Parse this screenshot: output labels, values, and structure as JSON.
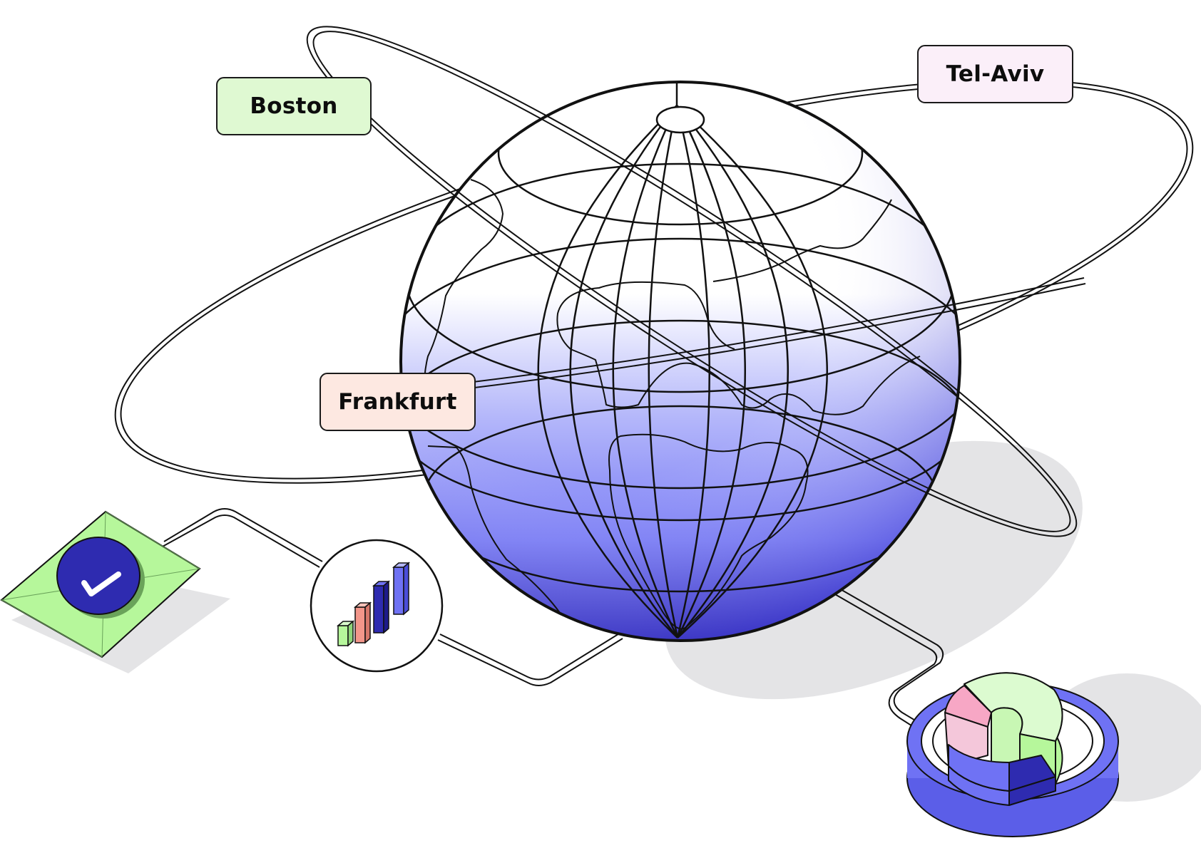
{
  "locations": [
    {
      "id": "boston",
      "name": "Boston",
      "color": "#dff9d2"
    },
    {
      "id": "tel-aviv",
      "name": "Tel-Aviv",
      "color": "#fbeff9"
    },
    {
      "id": "frankfurt",
      "name": "Frankfurt",
      "color": "#fde8e1"
    }
  ],
  "colors": {
    "globe_light": "#ffffff",
    "globe_mid": "#a9acf8",
    "globe_dark": "#3b35c9",
    "accent_green": "#b5f89a",
    "accent_pink": "#f7a7c5",
    "accent_salmon": "#f3968a",
    "accent_navy": "#2e2bb0",
    "accent_blue": "#6f72f4",
    "shadow": "#e4e4e6"
  },
  "icons": {
    "approval": "check-badge-icon",
    "analytics": "bar-chart-icon",
    "stats": "pie-chart-icon"
  }
}
